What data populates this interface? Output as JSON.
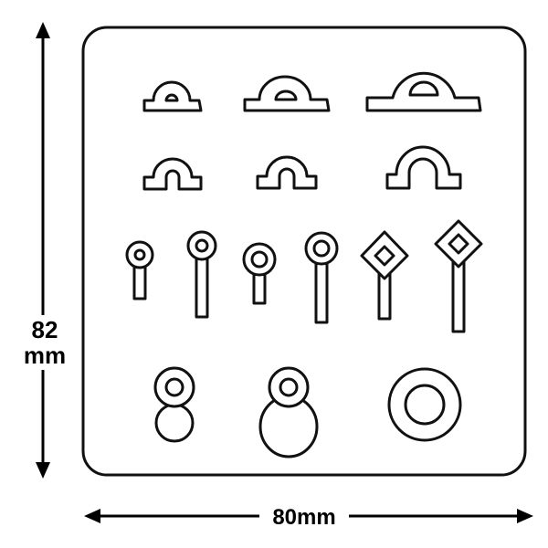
{
  "dimensions": {
    "height_value": "82",
    "height_unit": "mm",
    "width_label": "80mm"
  },
  "sheet": {
    "rows": [
      {
        "row": "half-dome-bails",
        "count": 3
      },
      {
        "row": "omega-bails",
        "count": 3
      },
      {
        "row": "ring-pins",
        "count": 6
      },
      {
        "row": "pendant-charms",
        "count": 3
      }
    ]
  }
}
